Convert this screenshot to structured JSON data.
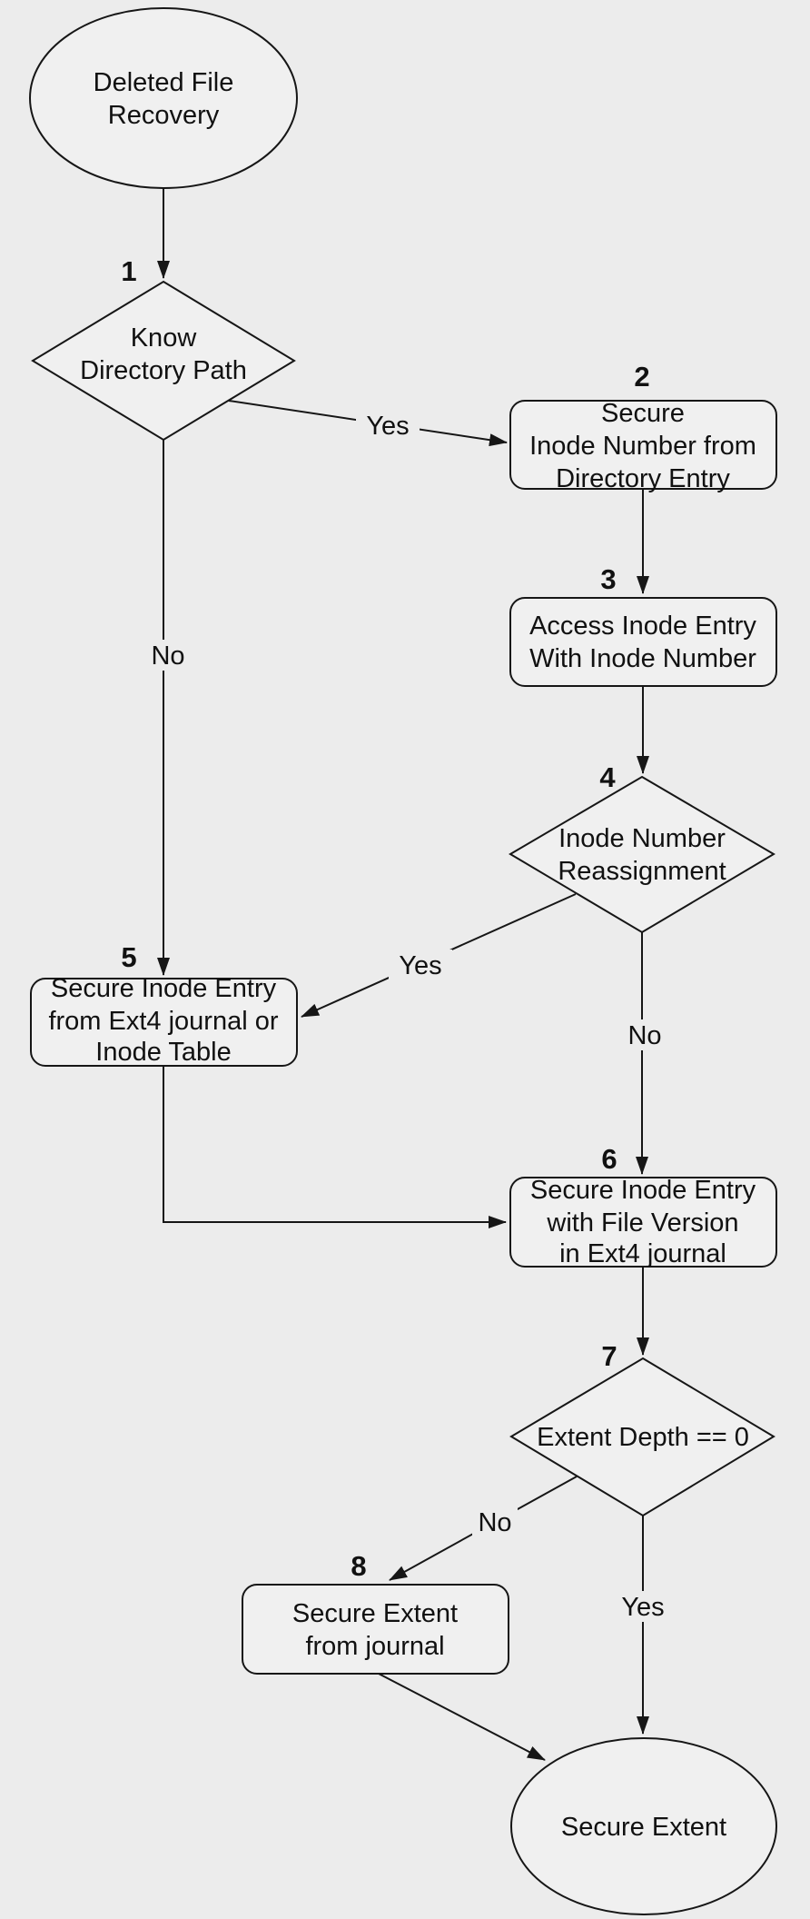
{
  "colors": {
    "background": "#ececec",
    "node_fill": "#f0f0f0",
    "stroke": "#161616",
    "text": "#111111"
  },
  "nodes": {
    "start": {
      "shape": "ellipse",
      "lines": [
        "Deleted File",
        "Recovery"
      ]
    },
    "d1": {
      "shape": "diamond",
      "number": "1",
      "lines": [
        "Know",
        "Directory Path"
      ]
    },
    "b2": {
      "shape": "rounded-rect",
      "number": "2",
      "lines": [
        "Secure",
        "Inode Number from",
        "Directory Entry"
      ]
    },
    "b3": {
      "shape": "rounded-rect",
      "number": "3",
      "lines": [
        "Access Inode Entry",
        "With Inode Number"
      ]
    },
    "d4": {
      "shape": "diamond",
      "number": "4",
      "lines": [
        "Inode Number",
        "Reassignment"
      ]
    },
    "b5": {
      "shape": "rounded-rect",
      "number": "5",
      "lines": [
        "Secure Inode Entry",
        "from Ext4 journal or",
        "Inode Table"
      ]
    },
    "b6": {
      "shape": "rounded-rect",
      "number": "6",
      "lines": [
        "Secure Inode Entry",
        "with File Version",
        "in Ext4 journal"
      ]
    },
    "d7": {
      "shape": "diamond",
      "number": "7",
      "lines": [
        "Extent Depth == 0"
      ]
    },
    "b8": {
      "shape": "rounded-rect",
      "number": "8",
      "lines": [
        "Secure Extent",
        "from journal"
      ]
    },
    "end": {
      "shape": "ellipse",
      "lines": [
        "Secure Extent"
      ]
    }
  },
  "edges": {
    "d1_yes": {
      "label": "Yes"
    },
    "d1_no": {
      "label": "No"
    },
    "d4_yes": {
      "label": "Yes"
    },
    "d4_no": {
      "label": "No"
    },
    "d7_no": {
      "label": "No"
    },
    "d7_yes": {
      "label": "Yes"
    }
  }
}
